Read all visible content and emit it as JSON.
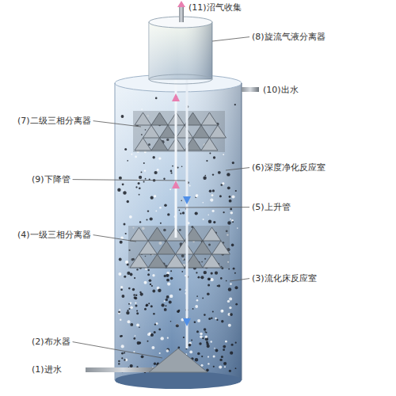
{
  "diagram": {
    "labels": [
      "(11)沼气收集",
      "(8)旋流气液分离器",
      "(10)出水",
      "(7)二级三相分离器",
      "(6)深度净化反应室",
      "(9)下降管",
      "(5)上升管",
      "(4)一级三相分离器",
      "(3)流化床反应室",
      "(2)布水器",
      "(1)进水"
    ]
  }
}
